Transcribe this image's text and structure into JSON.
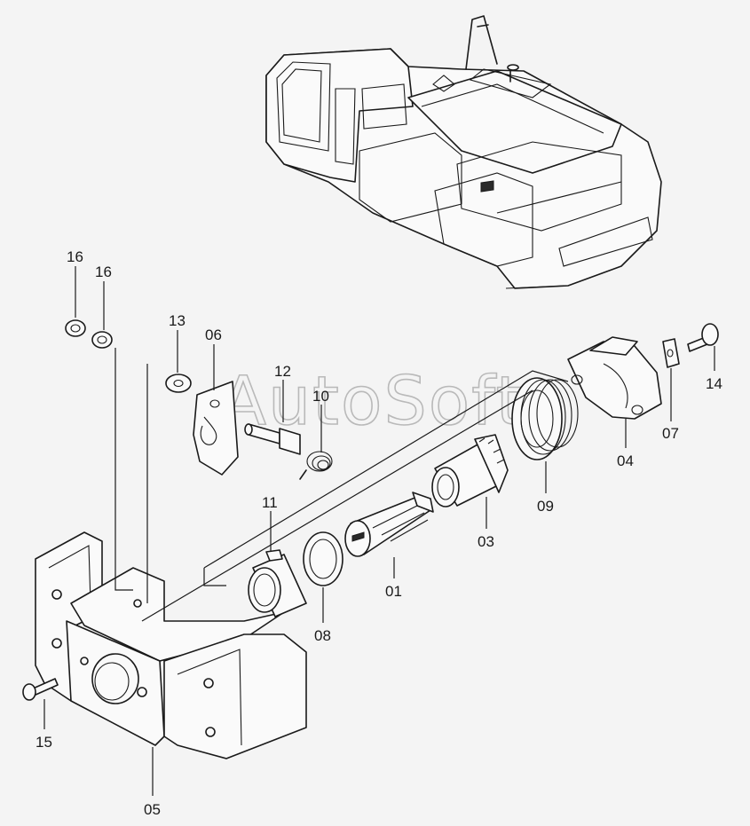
{
  "watermark": "AutoSoft",
  "callouts": [
    {
      "id": "p16a",
      "text": "16"
    },
    {
      "id": "p16b",
      "text": "16"
    },
    {
      "id": "p13",
      "text": "13"
    },
    {
      "id": "p06",
      "text": "06"
    },
    {
      "id": "p12",
      "text": "12"
    },
    {
      "id": "p10",
      "text": "10"
    },
    {
      "id": "p11",
      "text": "11"
    },
    {
      "id": "p08",
      "text": "08"
    },
    {
      "id": "p01",
      "text": "01"
    },
    {
      "id": "p03",
      "text": "03"
    },
    {
      "id": "p09",
      "text": "09"
    },
    {
      "id": "p04",
      "text": "04"
    },
    {
      "id": "p07",
      "text": "07"
    },
    {
      "id": "p14",
      "text": "14"
    },
    {
      "id": "p15",
      "text": "15"
    },
    {
      "id": "p05",
      "text": "05"
    }
  ]
}
